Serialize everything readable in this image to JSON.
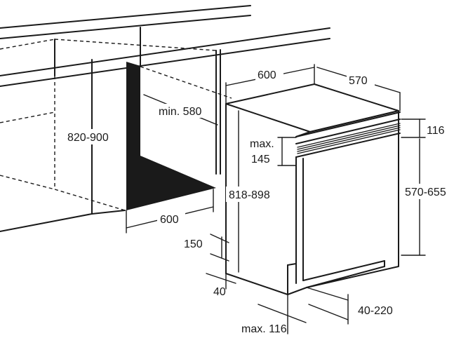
{
  "labels": {
    "niche_height": "820-900",
    "niche_depth": "min. 580",
    "niche_width": "600",
    "appliance_width": "600",
    "appliance_depth": "570",
    "appliance_height": "818-898",
    "panel_height_max_1": "max.",
    "panel_height_max_2": "145",
    "top_gap": "116",
    "door_height": "570-655",
    "plinth_height": "150",
    "plinth_gap": "40",
    "plinth_depth": "40-220",
    "plinth_max": "max. 116"
  }
}
